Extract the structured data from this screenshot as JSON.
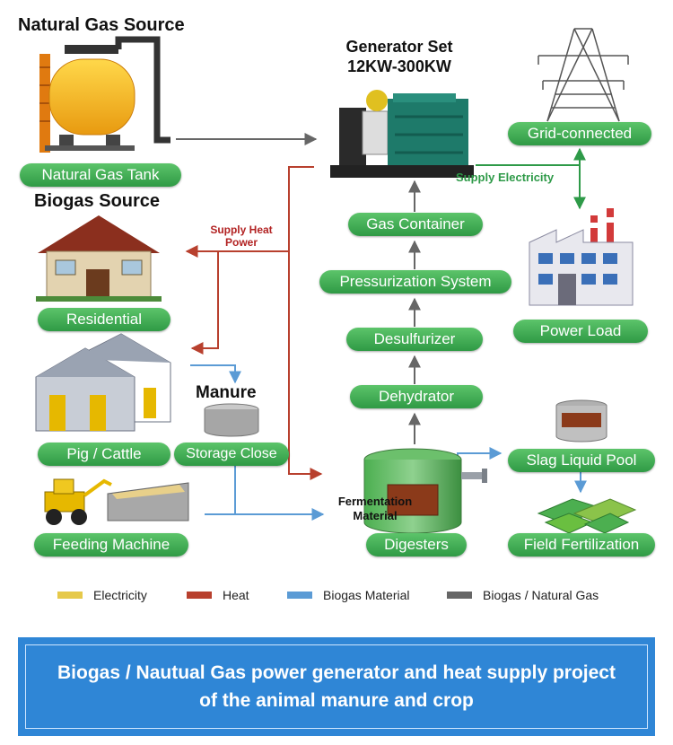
{
  "headings": {
    "natural_gas_source": "Natural Gas Source",
    "biogas_source": "Biogas Source",
    "generator_line1": "Generator Set",
    "generator_line2": "12KW-300KW",
    "manure": "Manure",
    "fermentation_line1": "Fermentation",
    "fermentation_line2": "Material"
  },
  "nodes": {
    "natural_gas_tank": "Natural Gas Tank",
    "residential": "Residential",
    "pig_cattle": "Pig / Cattle",
    "storage_close": "Storage Close",
    "feeding_machine": "Feeding Machine",
    "digesters": "Digesters",
    "dehydrator": "Dehydrator",
    "desulfurizer": "Desulfurizer",
    "pressurization_system": "Pressurization System",
    "gas_container": "Gas Container",
    "grid_connected": "Grid-connected",
    "power_load": "Power Load",
    "slag_liquid_pool": "Slag Liquid Pool",
    "field_fertilization": "Field Fertilization"
  },
  "flow_labels": {
    "supply_heat_line1": "Supply Heat",
    "supply_heat_line2": "Power",
    "supply_electricity": "Supply Electricity"
  },
  "legend": [
    {
      "label": "Electricity",
      "color": "#e6c94a"
    },
    {
      "label": "Heat",
      "color": "#b8402e"
    },
    {
      "label": "Biogas Material",
      "color": "#5b9bd5"
    },
    {
      "label": "Biogas / Natural Gas",
      "color": "#666666"
    }
  ],
  "colors": {
    "pill_green": "#3aa650",
    "heat_red": "#b8402e",
    "gas_gray": "#666666",
    "material_blue": "#5b9bd5",
    "banner_blue": "#2f86d6"
  },
  "banner": {
    "line1": "Biogas / Nautual Gas power generator and heat supply project",
    "line2": "of the animal manure and crop"
  }
}
